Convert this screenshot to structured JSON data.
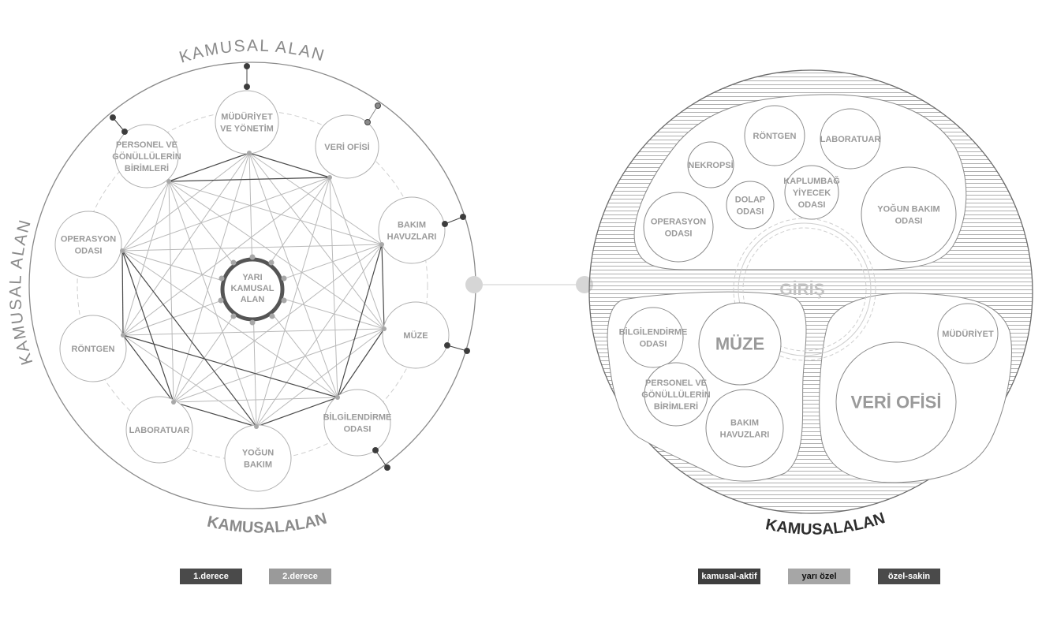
{
  "left_diagram": {
    "labels": {
      "top": "KAMUSAL ALAN",
      "left": "KAMUSAL ALAN",
      "bottom": "KAMUSALALAN"
    },
    "center": [
      "YARI",
      "KAMUSAL",
      "ALAN"
    ],
    "rooms": [
      {
        "id": "mudurlik",
        "lines": [
          "MÜDÜRİYET",
          "VE YÖNETİM"
        ]
      },
      {
        "id": "veri",
        "lines": [
          "VERİ OFİSİ"
        ]
      },
      {
        "id": "bakim",
        "lines": [
          "BAKIM",
          "HAVUZLARI"
        ]
      },
      {
        "id": "muze",
        "lines": [
          "MÜZE"
        ]
      },
      {
        "id": "bilgi",
        "lines": [
          "BİLGİLENDİRME",
          "ODASI"
        ]
      },
      {
        "id": "yogun",
        "lines": [
          "YOĞUN",
          "BAKIM"
        ]
      },
      {
        "id": "lab",
        "lines": [
          "LABORATUAR"
        ]
      },
      {
        "id": "rontgen",
        "lines": [
          "RÖNTGEN"
        ]
      },
      {
        "id": "operasyon",
        "lines": [
          "OPERASYON",
          "ODASI"
        ]
      },
      {
        "id": "personel",
        "lines": [
          "PERSONEL VE",
          "GÖNÜLLÜLERİN",
          "BİRİMLERİ"
        ]
      }
    ]
  },
  "right_diagram": {
    "labels": {
      "bottom": "KAMUSALALAN",
      "entrance": "GİRİŞ"
    },
    "rooms": [
      {
        "id": "r-rontgen",
        "lines": [
          "RÖNTGEN"
        ]
      },
      {
        "id": "r-lab",
        "lines": [
          "LABORATUAR"
        ]
      },
      {
        "id": "r-nekropsi",
        "lines": [
          "NEKROPSİ"
        ]
      },
      {
        "id": "r-dolap",
        "lines": [
          "DOLAP",
          "ODASI"
        ]
      },
      {
        "id": "r-kaplumbag",
        "lines": [
          "KAPLUMBAĞ",
          "YİYECEK",
          "ODASI"
        ]
      },
      {
        "id": "r-yogun",
        "lines": [
          "YOĞUN BAKIM",
          "ODASI"
        ]
      },
      {
        "id": "r-operasyon",
        "lines": [
          "OPERASYON",
          "ODASI"
        ]
      },
      {
        "id": "r-bilgi",
        "lines": [
          "BİLGİLENDİRME",
          "ODASI"
        ]
      },
      {
        "id": "r-muze",
        "lines": [
          "MÜZE"
        ]
      },
      {
        "id": "r-personel",
        "lines": [
          "PERSONEL VE",
          "GÖNÜLLÜLERİN",
          "BİRİMLERİ"
        ]
      },
      {
        "id": "r-bakim",
        "lines": [
          "BAKIM",
          "HAVUZLARI"
        ]
      },
      {
        "id": "r-mudurlik",
        "lines": [
          "MÜDÜRİYET"
        ]
      },
      {
        "id": "r-veri",
        "lines": [
          "VERİ OFİSİ"
        ]
      }
    ]
  },
  "legend_left": [
    {
      "label": "1.derece",
      "bg": "#4a4a4a",
      "fg": "#ffffff"
    },
    {
      "label": "2.derece",
      "bg": "#9a9a9a",
      "fg": "#ffffff"
    }
  ],
  "legend_right": [
    {
      "label": "kamusal-aktif",
      "bg": "#3e3e3e",
      "fg": "#ffffff"
    },
    {
      "label": "yarı özel",
      "bg": "#a6a6a6",
      "fg": "#111111"
    },
    {
      "label": "özel-sakin",
      "bg": "#4a4a4a",
      "fg": "#ffffff"
    }
  ],
  "colors": {
    "first_degree": "#4a4a4a",
    "second_degree": "#a6a6a6",
    "room_text": "#9a9a9a",
    "outline": "#8a8a8a"
  }
}
